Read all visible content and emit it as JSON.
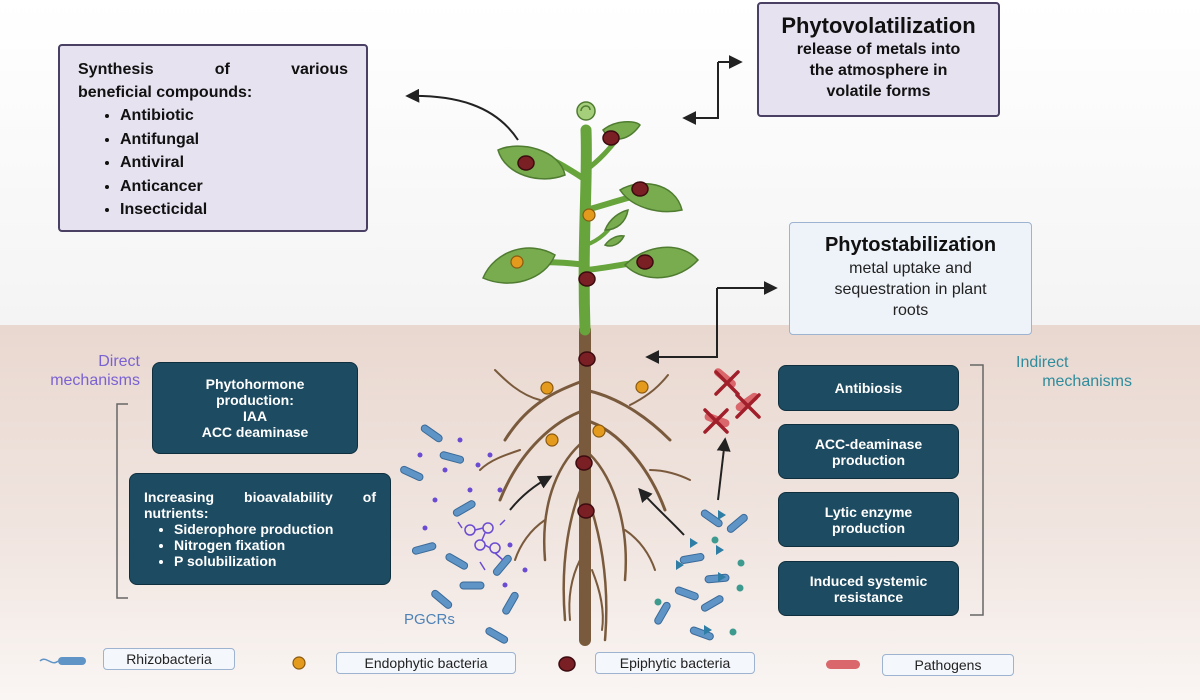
{
  "synthesis": {
    "title_line1_words": [
      "Synthesis",
      "of",
      "various"
    ],
    "title_line2": "beneficial compounds:",
    "items": [
      "Antibiotic",
      "Antifungal",
      "Antiviral",
      "Anticancer",
      "Insecticidal"
    ]
  },
  "phytovolatilization": {
    "title": "Phytovolatilization",
    "lines": [
      "release of metals into",
      "the atmosphere in",
      "volatile forms"
    ]
  },
  "phytostabilization": {
    "title": "Phytostabilization",
    "lines": [
      "metal uptake and",
      "sequestration in plant",
      "roots"
    ]
  },
  "direct": {
    "label_lines": [
      "Direct",
      "mechanisms"
    ],
    "phytohormone": [
      "Phytohormone",
      "production:",
      "IAA",
      "ACC deaminase"
    ],
    "nutrients": {
      "title_words": [
        "Increasing",
        "bioavalability",
        "of"
      ],
      "title_line2": "nutrients:",
      "items": [
        "Siderophore production",
        "Nitrogen fixation",
        "P solubilization"
      ]
    }
  },
  "indirect": {
    "label_lines": [
      "Indirect",
      "mechanisms"
    ],
    "boxes": [
      [
        "Antibiosis"
      ],
      [
        "ACC-deaminase",
        "production"
      ],
      [
        "Lytic enzyme",
        "production"
      ],
      [
        "Induced systemic",
        "resistance"
      ]
    ]
  },
  "pgcrs_label": "PGCRs",
  "legend": {
    "rhizobacteria": "Rhizobacteria",
    "endophytic": "Endophytic bacteria",
    "epiphytic": "Epiphytic bacteria",
    "pathogens": "Pathogens"
  },
  "colors": {
    "purple_box_fill": "#e7e2f0",
    "purple_box_border": "#4a4063",
    "dark_box": "#1d4b61",
    "direct_label": "#7a62d2",
    "indirect_label": "#2f8c9c",
    "endophytic_dot": "#e49a1d",
    "epiphytic_dot": "#7a1f24",
    "rhizobacteria": "#5f94c7",
    "pathogen": "#d9676c",
    "leaf": "#79ac4e",
    "stem": "#67a43c",
    "root": "#7a5a3c"
  }
}
